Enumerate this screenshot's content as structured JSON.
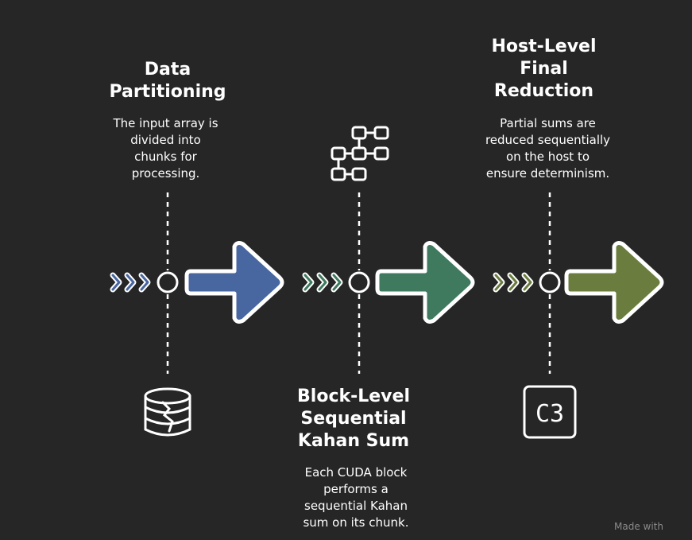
{
  "stages": [
    {
      "title": "Data\nPartitioning",
      "description": "The input array is\ndivided into\nchunks for\nprocessing.",
      "icon": "database-icon",
      "color": "#4866a0"
    },
    {
      "title": "Block-Level\nSequential\nKahan Sum",
      "description": "Each CUDA block\nperforms a\nsequential Kahan\nsum on its chunk.",
      "icon": "hierarchy-icon",
      "color": "#3f7a5e"
    },
    {
      "title": "Host-Level\nFinal\nReduction",
      "description": "Partial sums are\nreduced sequentially\non the host to\nensure determinism.",
      "icon": "c3-icon",
      "icon_text": "C3",
      "color": "#6b7d3e"
    }
  ],
  "watermark": "Made with"
}
